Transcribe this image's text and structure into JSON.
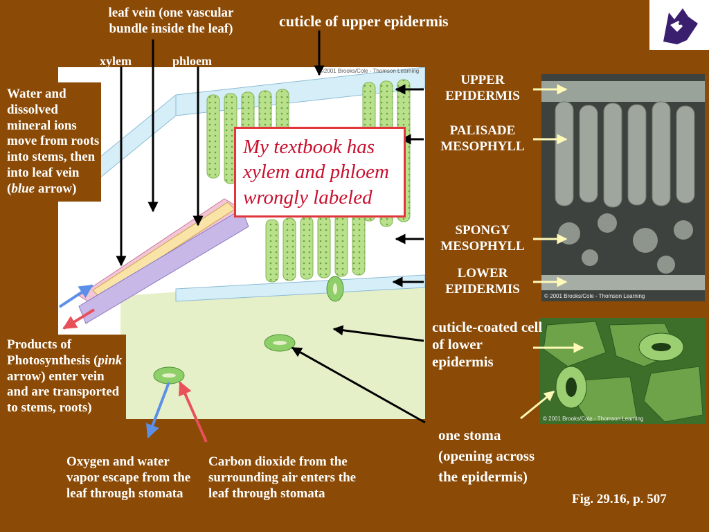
{
  "top_labels": {
    "leaf_vein": "leaf vein (one vascular bundle inside the leaf)",
    "xylem": "xylem",
    "phloem": "phloem",
    "cuticle": "cuticle of upper epidermis"
  },
  "left_notes": {
    "water": {
      "before": "Water and dissolved mineral ions move from roots into stems, then into leaf vein (",
      "em": "blue",
      "after": " arrow)"
    },
    "products": {
      "before": "Products of Photosynthesis (",
      "em": "pink",
      "after": " arrow) enter vein and are transported to stems, roots)"
    }
  },
  "bottom_notes": {
    "oxygen": "Oxygen and water vapor escape from the leaf through stomata",
    "carbon": "Carbon dioxide from the surrounding air enters the leaf through stomata"
  },
  "callout": "My textbook has xylem and phloem wrongly labeled",
  "right_labels": {
    "upper_epidermis": "UPPER EPIDERMIS",
    "palisade": "PALISADE MESOPHYLL",
    "spongy": "SPONGY MESOPHYLL",
    "lower_epidermis": "LOWER EPIDERMIS",
    "cuticle_cell": "cuticle-coated cell of lower epidermis",
    "stoma": "one stoma (opening across the epidermis)"
  },
  "figure_ref": "Fig. 29.16, p. 507",
  "credits": {
    "drawing": "©2001 Brooks/Cole - Thomson Learning",
    "micrograph": "© 2001 Brooks/Cole - Thomson Learning",
    "stoma_photo": "© 2001 Brooks/Cole - Thomson Learning"
  },
  "colors": {
    "background": "#8b4a05",
    "text": "#ffffff",
    "callout_border": "#e0353b",
    "callout_text": "#c8102e",
    "water_arrow": "#5b8fe8",
    "product_arrow": "#e8505a",
    "pointer_light": "#fff9b8",
    "pointer_dark": "#000000"
  },
  "icons": [
    "husky-logo",
    "leaf-cross-section-drawing",
    "leaf-micrograph",
    "stoma-micrograph"
  ]
}
